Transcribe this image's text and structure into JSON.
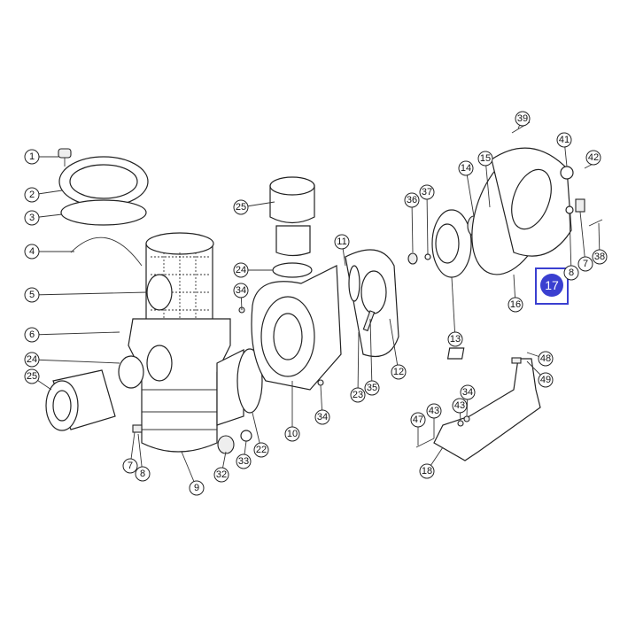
{
  "diagram": {
    "type": "exploded parts diagram (pool pump)",
    "highlighted_part": "17",
    "highlight_color": "#3a3fd0",
    "callouts": [
      "1",
      "2",
      "3",
      "4",
      "5",
      "6",
      "24",
      "25",
      "7",
      "8",
      "9",
      "32",
      "33",
      "22",
      "25",
      "24",
      "34",
      "11",
      "10",
      "23",
      "35",
      "34",
      "12",
      "13",
      "36",
      "37",
      "14",
      "15",
      "16",
      "39",
      "41",
      "42",
      "8",
      "7",
      "38",
      "17",
      "48",
      "49",
      "34",
      "43",
      "43",
      "47",
      "18"
    ]
  }
}
